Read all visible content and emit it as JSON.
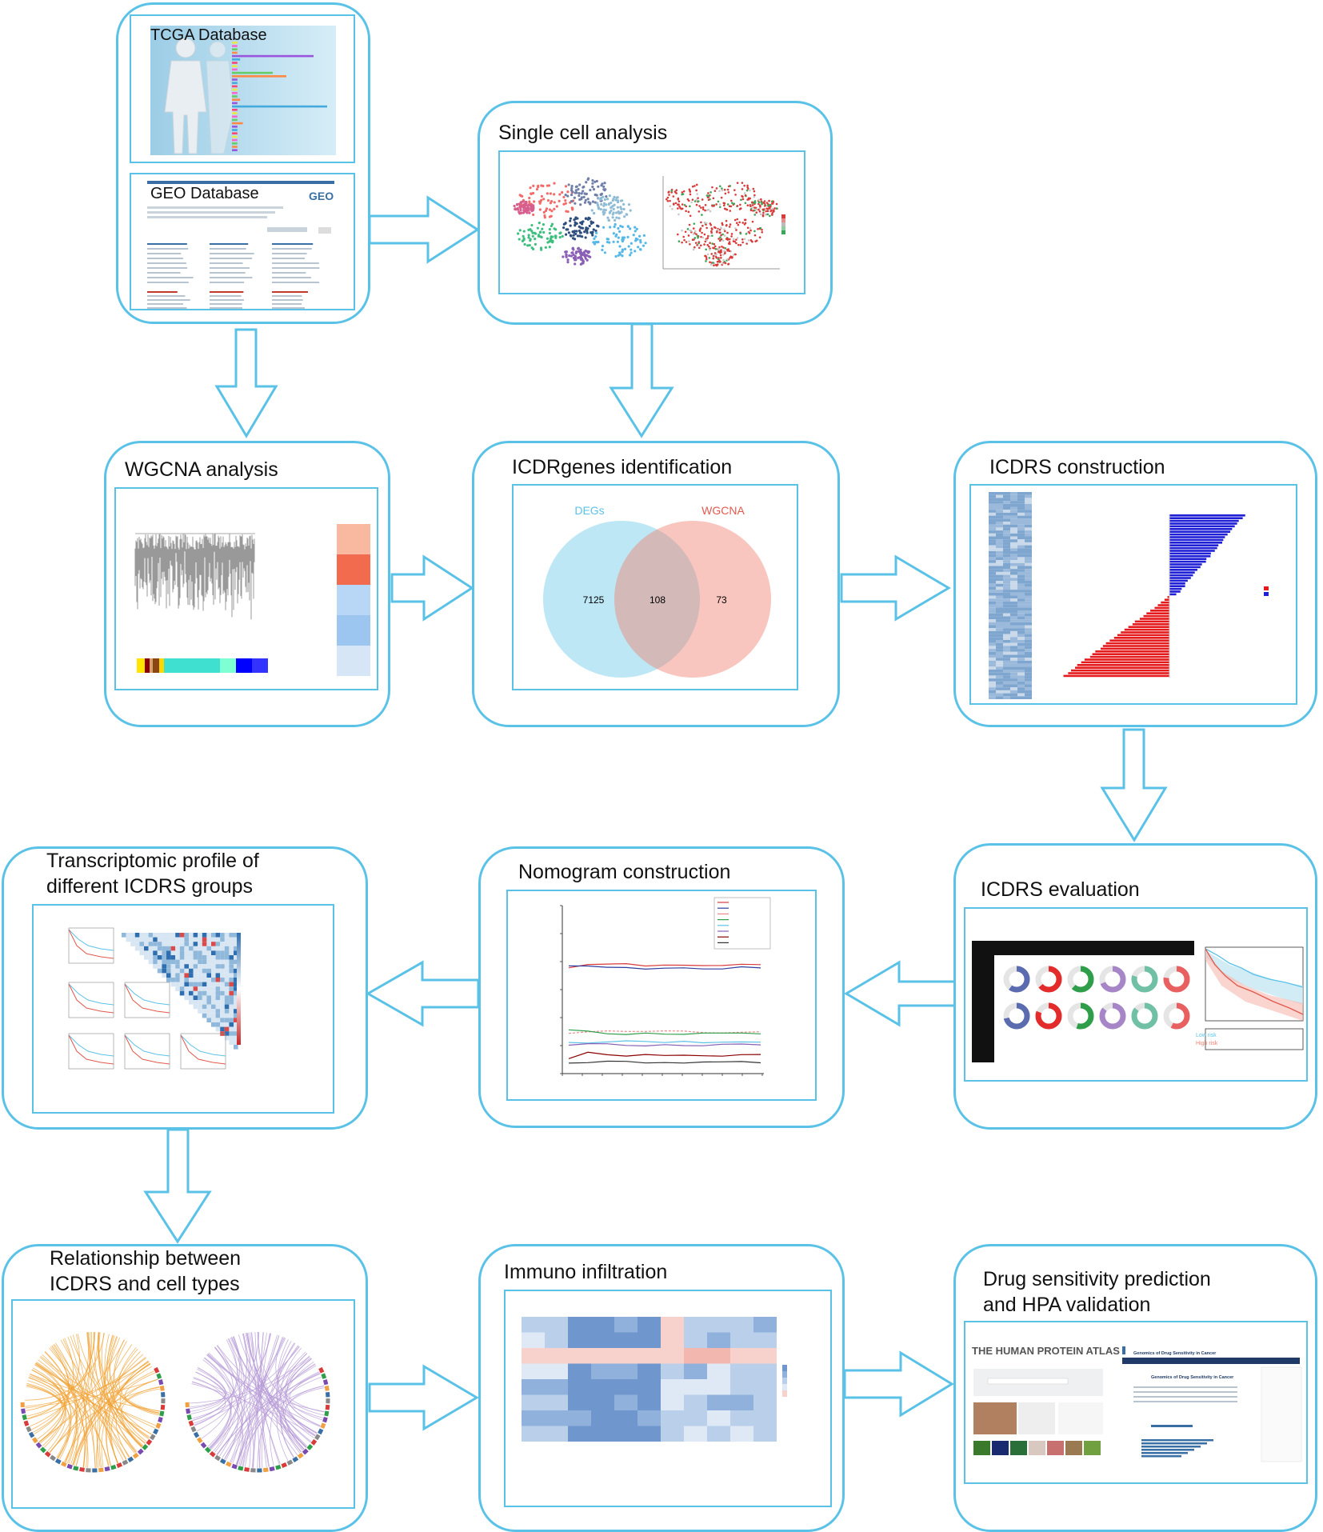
{
  "boxes": {
    "tcga": {
      "title": "TCGA Database"
    },
    "geo": {
      "title": "GEO Database",
      "logo": "GEO"
    },
    "single_cell": {
      "title": "Single cell analysis"
    },
    "wgcna": {
      "title": "WGCNA analysis"
    },
    "icdr_genes": {
      "title": "ICDRgenes identification"
    },
    "icdrs_construction": {
      "title": "ICDRS construction"
    },
    "icdrs_evaluation": {
      "title": "ICDRS evaluation"
    },
    "nomogram": {
      "title": "Nomogram construction"
    },
    "transcriptomic": {
      "title_line1": "Transcriptomic profile of",
      "title_line2": "different ICDRS groups"
    },
    "cell_types": {
      "title_line1": "Relationship between",
      "title_line2": "ICDRS and cell types"
    },
    "immuno": {
      "title": "Immuno infiltration"
    },
    "drug": {
      "title_line1": "Drug sensitivity prediction",
      "title_line2": "and HPA validation"
    }
  },
  "venn": {
    "left_label": "DEGs",
    "right_label": "WGCNA",
    "left_only": "7125",
    "overlap": "108",
    "right_only": "73",
    "left_color": "#5bc2e7",
    "right_color": "#f08070"
  },
  "hpa": {
    "logo": "THE HUMAN PROTEIN ATLAS",
    "gdsc_title": "Genomics of Drug Sensitivity in Cancer"
  },
  "km": {
    "low_label": "Low risk",
    "high_label": "High risk"
  },
  "colors": {
    "frame": "#5bc2e7",
    "arrow": "#5bc2e7"
  }
}
